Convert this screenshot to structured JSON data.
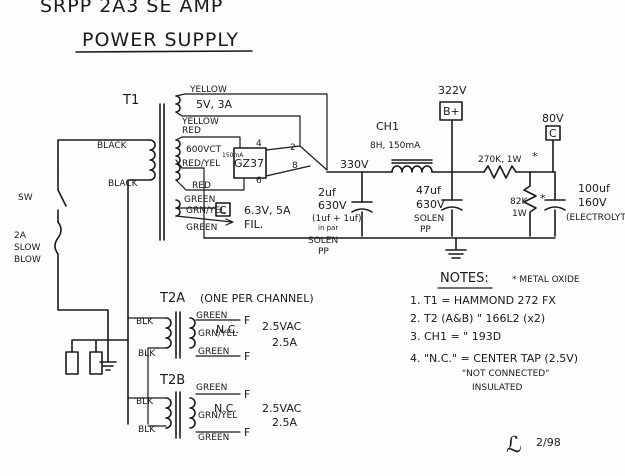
{
  "title": {
    "heading": "SRPP 2A3 SE AMP",
    "subheading": "POWER SUPPLY"
  },
  "t1": {
    "ref": "T1",
    "wire_yellow_top": "YELLOW",
    "rating_5v": "5V, 3A",
    "wire_yellow_2": "YELLOW",
    "wire_red_1": "RED",
    "hv_winding": "600VCT",
    "hv_current": "150mA",
    "wire_red_yel": "RED/YEL",
    "wire_red_2": "RED",
    "wire_green_1": "GREEN",
    "wire_grn_yel": "GRN/YEL",
    "wire_green_2": "GREEN",
    "fil_rating": "6.3V, 5A",
    "fil_label": "FIL.",
    "fil_node": "C",
    "primary_black_top": "BLACK",
    "primary_black_bottom": "BLACK"
  },
  "rectifier": {
    "ref": "GZ37",
    "pin_4": "4",
    "pin_2": "2",
    "pin_8": "8",
    "pin_6": "6"
  },
  "mains": {
    "switch": "SW",
    "fuse_rating": "2A",
    "fuse_type_1": "SLOW",
    "fuse_type_2": "BLOW"
  },
  "filter": {
    "node_330": "330V",
    "node_322": "322V",
    "node_b_plus": "B+",
    "node_80": "80V",
    "node_c": "C",
    "c1_value": "2uf",
    "c1_voltage": "630V",
    "c1_note": "(1uf + 1uf)",
    "c1_note2": "in par",
    "c1_type": "SOLEN",
    "c1_type2": "PP",
    "choke_ref": "CH1",
    "choke_value": "8H, 150mA",
    "c2_value": "47uf",
    "c2_voltage": "630V",
    "c2_type": "SOLEN",
    "c2_type2": "PP",
    "r1_value": "270K, 1W",
    "r1_mark": "*",
    "r2_value": "82K",
    "r2_watt": "1W",
    "r2_mark": "*",
    "c3_value": "100uf",
    "c3_voltage": "160V",
    "c3_type": "(ELECTROLYTIC)"
  },
  "t2a": {
    "ref": "T2A",
    "note": "(ONE PER CHANNEL)",
    "blk_1": "BLK",
    "blk_2": "BLK",
    "wire_green_1": "GREEN",
    "wire_grn_yel": "GRN/YEL",
    "wire_green_2": "GREEN",
    "nc": "N.C.",
    "out_f1": "F",
    "out_f2": "F",
    "rating_v": "2.5VAC",
    "rating_a": "2.5A"
  },
  "t2b": {
    "ref": "T2B",
    "blk_1": "BLK",
    "blk_2": "BLK",
    "wire_green_1": "GREEN",
    "wire_grn_yel": "GRN/YEL",
    "wire_green_2": "GREEN",
    "nc": "N.C.",
    "out_f1": "F",
    "out_f2": "F",
    "rating_v": "2.5VAC",
    "rating_a": "2.5A"
  },
  "notes": {
    "heading": "NOTES:",
    "metal_oxide": "* METAL OXIDE",
    "items": [
      "1. T1 = HAMMOND 272 FX",
      "2. T2 (A&B)   \"      166L2 (x2)",
      "3. CH1 =      \"      193D",
      "4. \"N.C.\" = CENTER TAP (2.5V)",
      "\"NOT CONNECTED\"",
      "INSULATED"
    ]
  },
  "signature": {
    "initials": "ℒ",
    "date": "2/98"
  }
}
